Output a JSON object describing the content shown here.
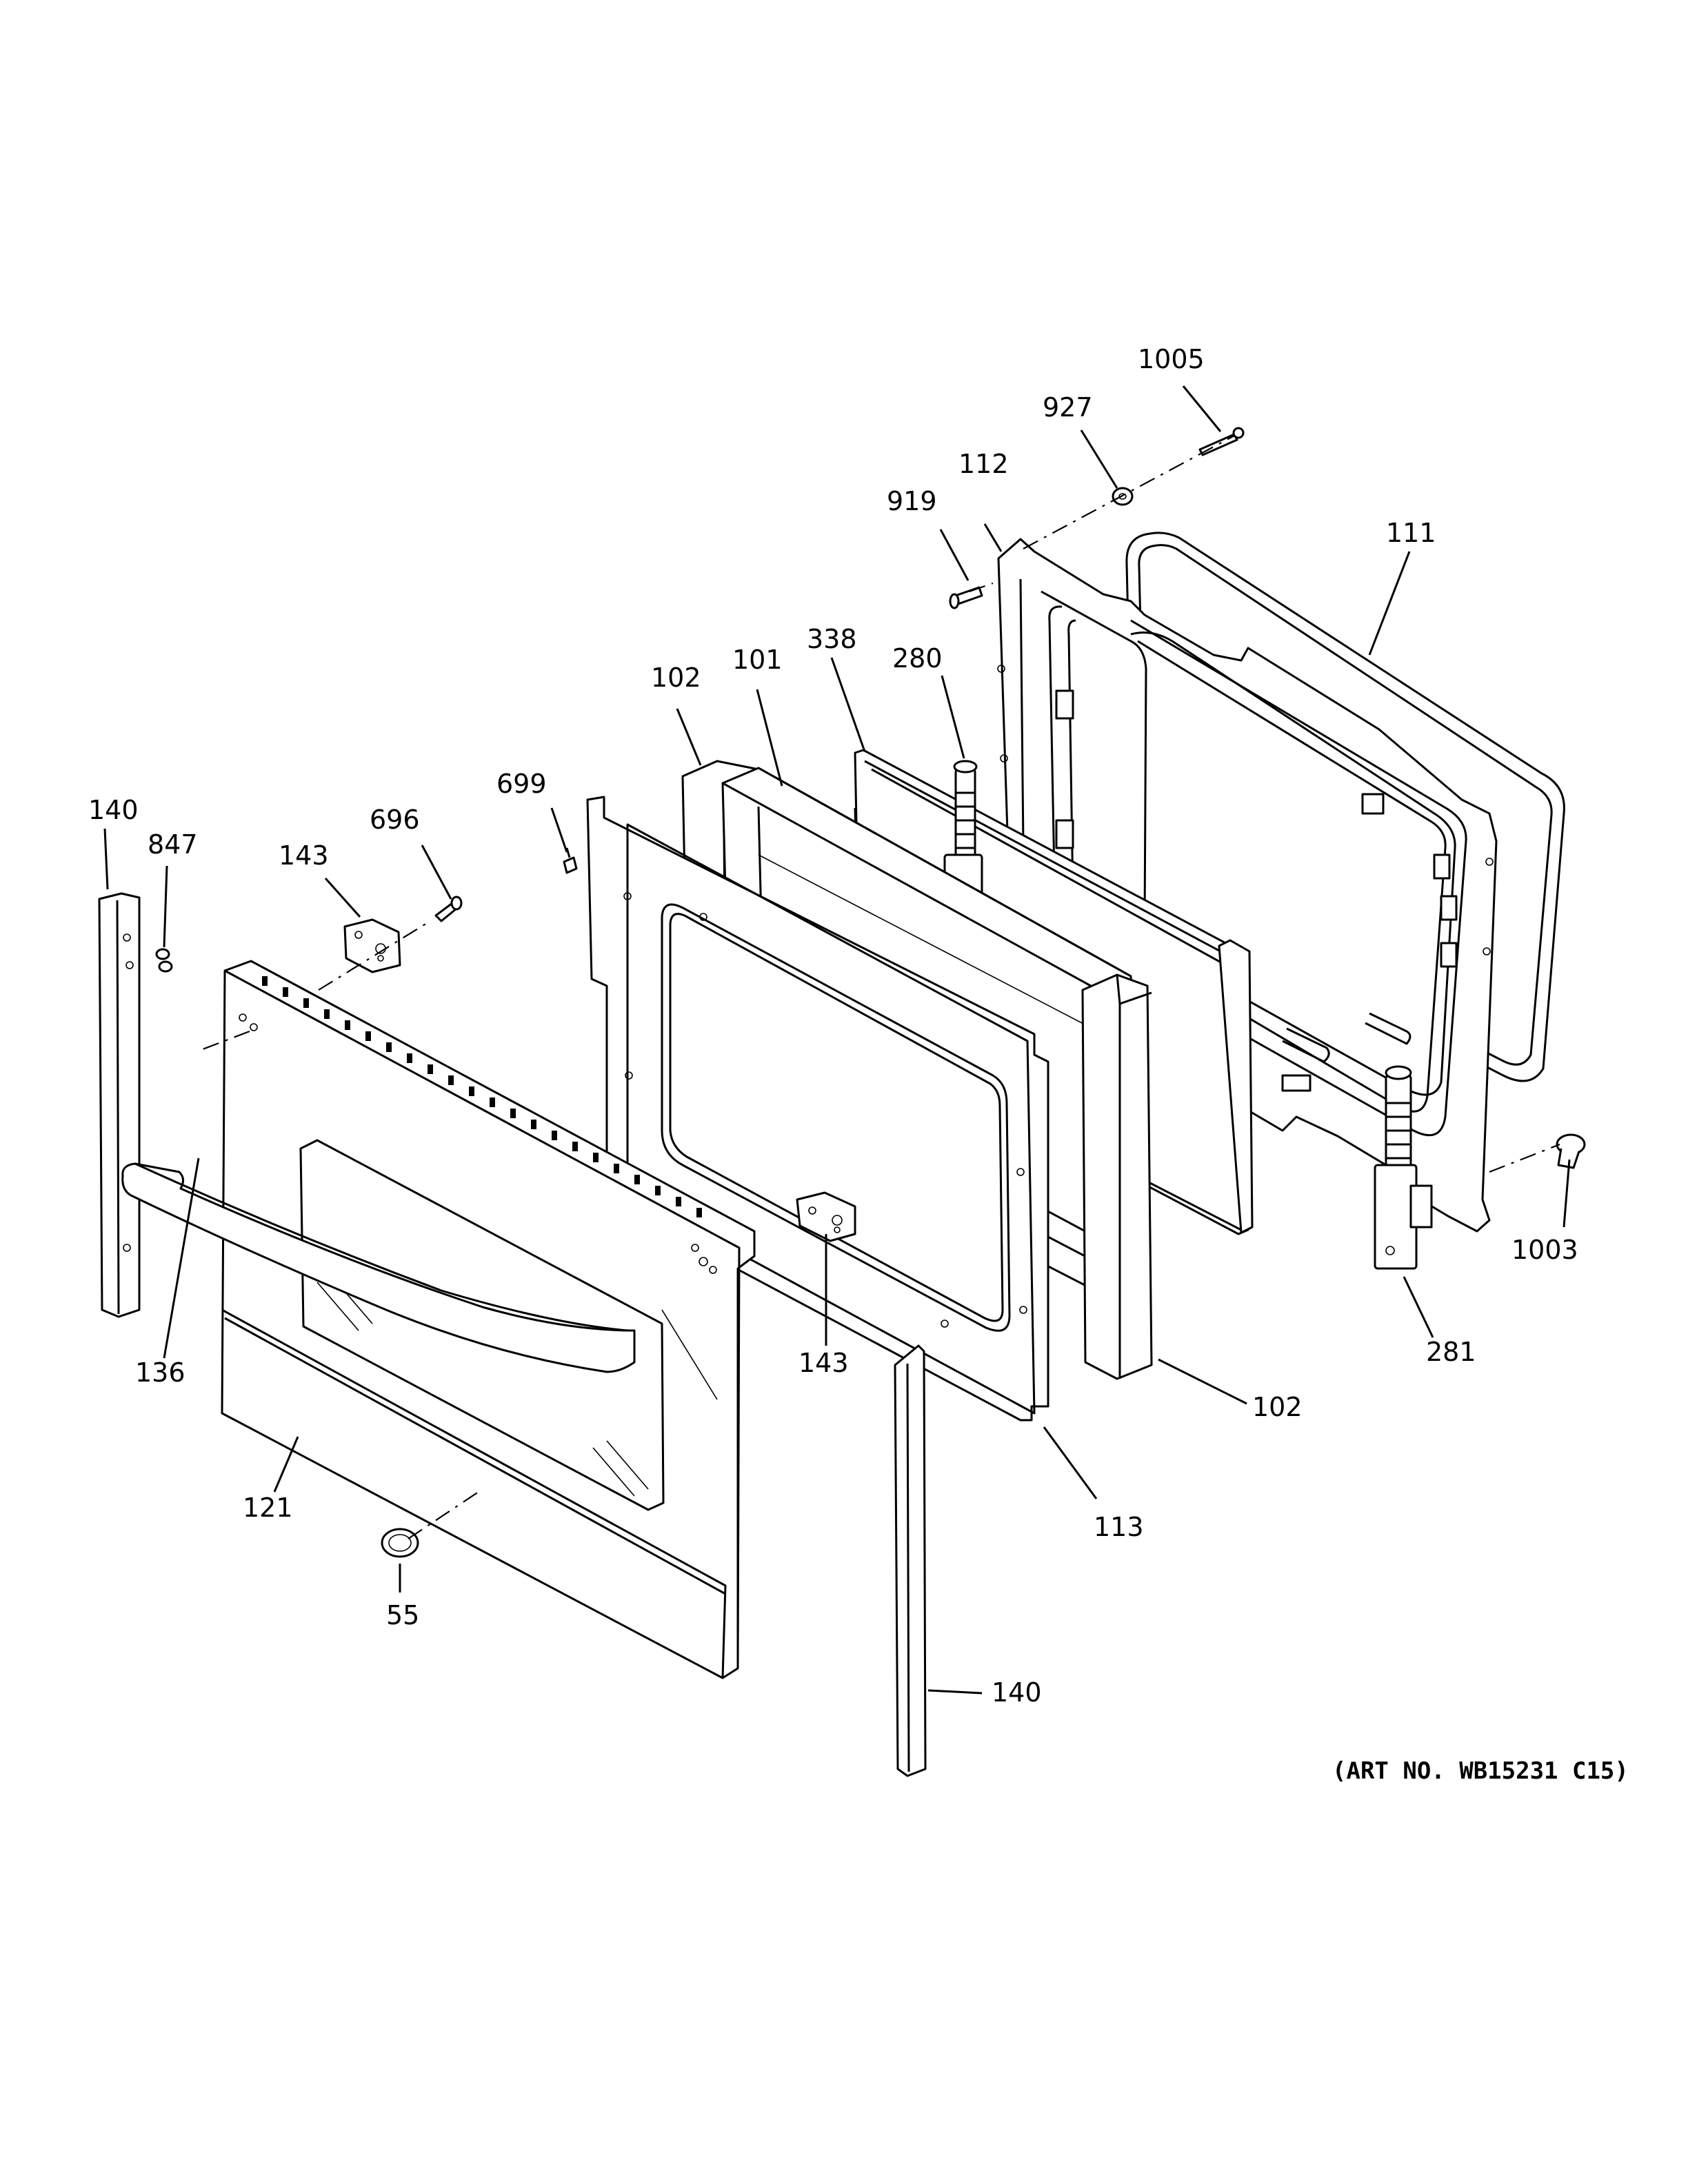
{
  "diagram": {
    "callouts": [
      {
        "id": "c1005",
        "label": "1005"
      },
      {
        "id": "c927",
        "label": "927"
      },
      {
        "id": "c112",
        "label": "112"
      },
      {
        "id": "c919",
        "label": "919"
      },
      {
        "id": "c111",
        "label": "111"
      },
      {
        "id": "c338",
        "label": "338"
      },
      {
        "id": "c280",
        "label": "280"
      },
      {
        "id": "c102a",
        "label": "102"
      },
      {
        "id": "c101",
        "label": "101"
      },
      {
        "id": "c699",
        "label": "699"
      },
      {
        "id": "c140a",
        "label": "140"
      },
      {
        "id": "c847",
        "label": "847"
      },
      {
        "id": "c696",
        "label": "696"
      },
      {
        "id": "c143a",
        "label": "143"
      },
      {
        "id": "c136",
        "label": "136"
      },
      {
        "id": "c143b",
        "label": "143"
      },
      {
        "id": "c1003",
        "label": "1003"
      },
      {
        "id": "c281",
        "label": "281"
      },
      {
        "id": "c102b",
        "label": "102"
      },
      {
        "id": "c113",
        "label": "113"
      },
      {
        "id": "c121",
        "label": "121"
      },
      {
        "id": "c55",
        "label": "55"
      },
      {
        "id": "c140b",
        "label": "140"
      }
    ],
    "art_number": "(ART NO. WB15231 C15)"
  }
}
